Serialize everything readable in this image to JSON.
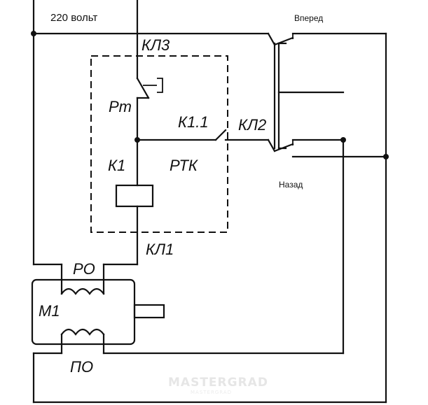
{
  "labels": {
    "voltage": "220 вольт",
    "forward": "Вперед",
    "backward": "Назад",
    "switch_kl3": "КЛ3",
    "switch_kl2": "КЛ2",
    "switch_kl1": "КЛ1",
    "relay_contact_rt": "Рт",
    "relay_contact_k11": "К1.1",
    "relay_coil_k1": "К1",
    "relay_block_rtk": "РТК",
    "motor_m1": "М1",
    "winding_ro": "РО",
    "winding_po": "ПО"
  },
  "watermark": {
    "text": "MASTERGRAD",
    "sub": "MASTERGRAD"
  }
}
